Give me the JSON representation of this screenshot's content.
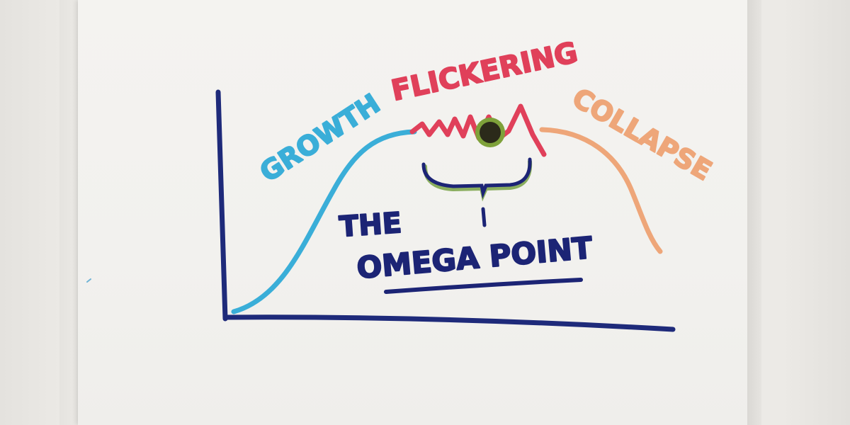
{
  "labels": {
    "growth": "GROWTH",
    "flickering": "FLICKERING",
    "collapse": "COLLAPSE",
    "the": "THE",
    "omega_point": "OMEGA POINT"
  },
  "colors": {
    "axis": "#1e2a7a",
    "growth": "#3aaed8",
    "flickering": "#e0405a",
    "collapse": "#eea679",
    "omega_dot": "#2b2a1a",
    "omega_ring": "#7ea13a",
    "annotation": "#1c2475"
  }
}
